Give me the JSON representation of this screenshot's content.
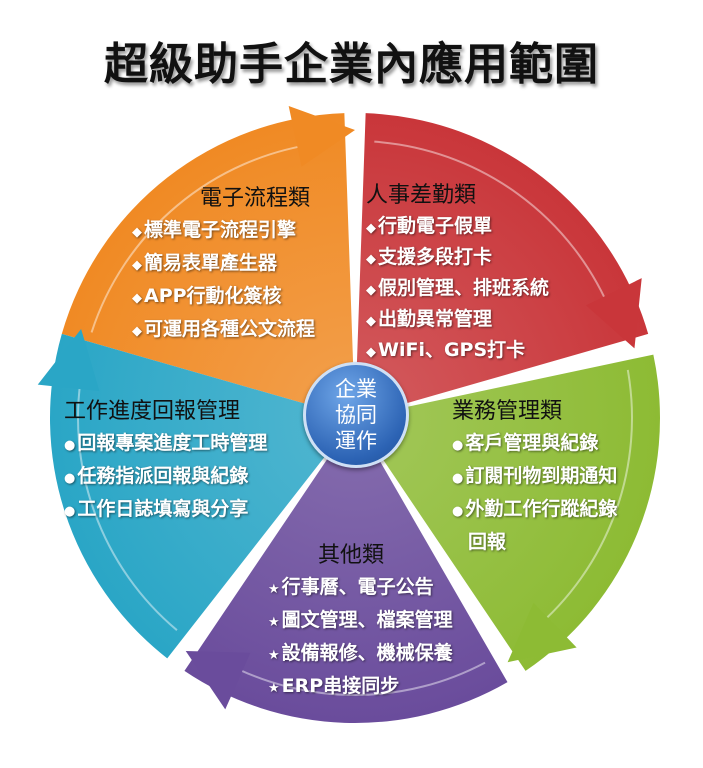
{
  "title": "超級助手企業內應用範圍",
  "center": {
    "lines": [
      "企業",
      "協同",
      "運作"
    ],
    "color": "#2c63b4"
  },
  "segments": [
    {
      "key": "orange",
      "color": "#f08a24",
      "title": "電子流程類",
      "bullet": "◆",
      "items": [
        "標準電子流程引擎",
        "簡易表單產生器",
        "APP行動化簽核",
        "可運用各種公文流程"
      ]
    },
    {
      "key": "red",
      "color": "#c9363a",
      "title": "人事差勤類",
      "bullet": "◆",
      "items": [
        "行動電子假單",
        "支援多段打卡",
        "假別管理、排班系統",
        "出勤異常管理",
        "WiFi、GPS打卡"
      ]
    },
    {
      "key": "green",
      "color": "#8dbb34",
      "title": "業務管理類",
      "bullet": "●",
      "items": [
        "客戶管理與紀錄",
        "訂閱刊物到期通知",
        "外勤工作行蹤紀錄",
        "回報"
      ]
    },
    {
      "key": "purple",
      "color": "#6a4c9c",
      "title": "其他類",
      "bullet": "★",
      "items": [
        "行事曆、電子公告",
        "圖文管理、檔案管理",
        "設備報修、機械保養",
        "ERP串接同步"
      ]
    },
    {
      "key": "blue",
      "color": "#2aa6c6",
      "title": "工作進度回報管理",
      "bullet": "●",
      "items": [
        "回報專案進度工時管理",
        "任務指派回報與紀錄",
        "工作日誌填寫與分享"
      ]
    }
  ]
}
